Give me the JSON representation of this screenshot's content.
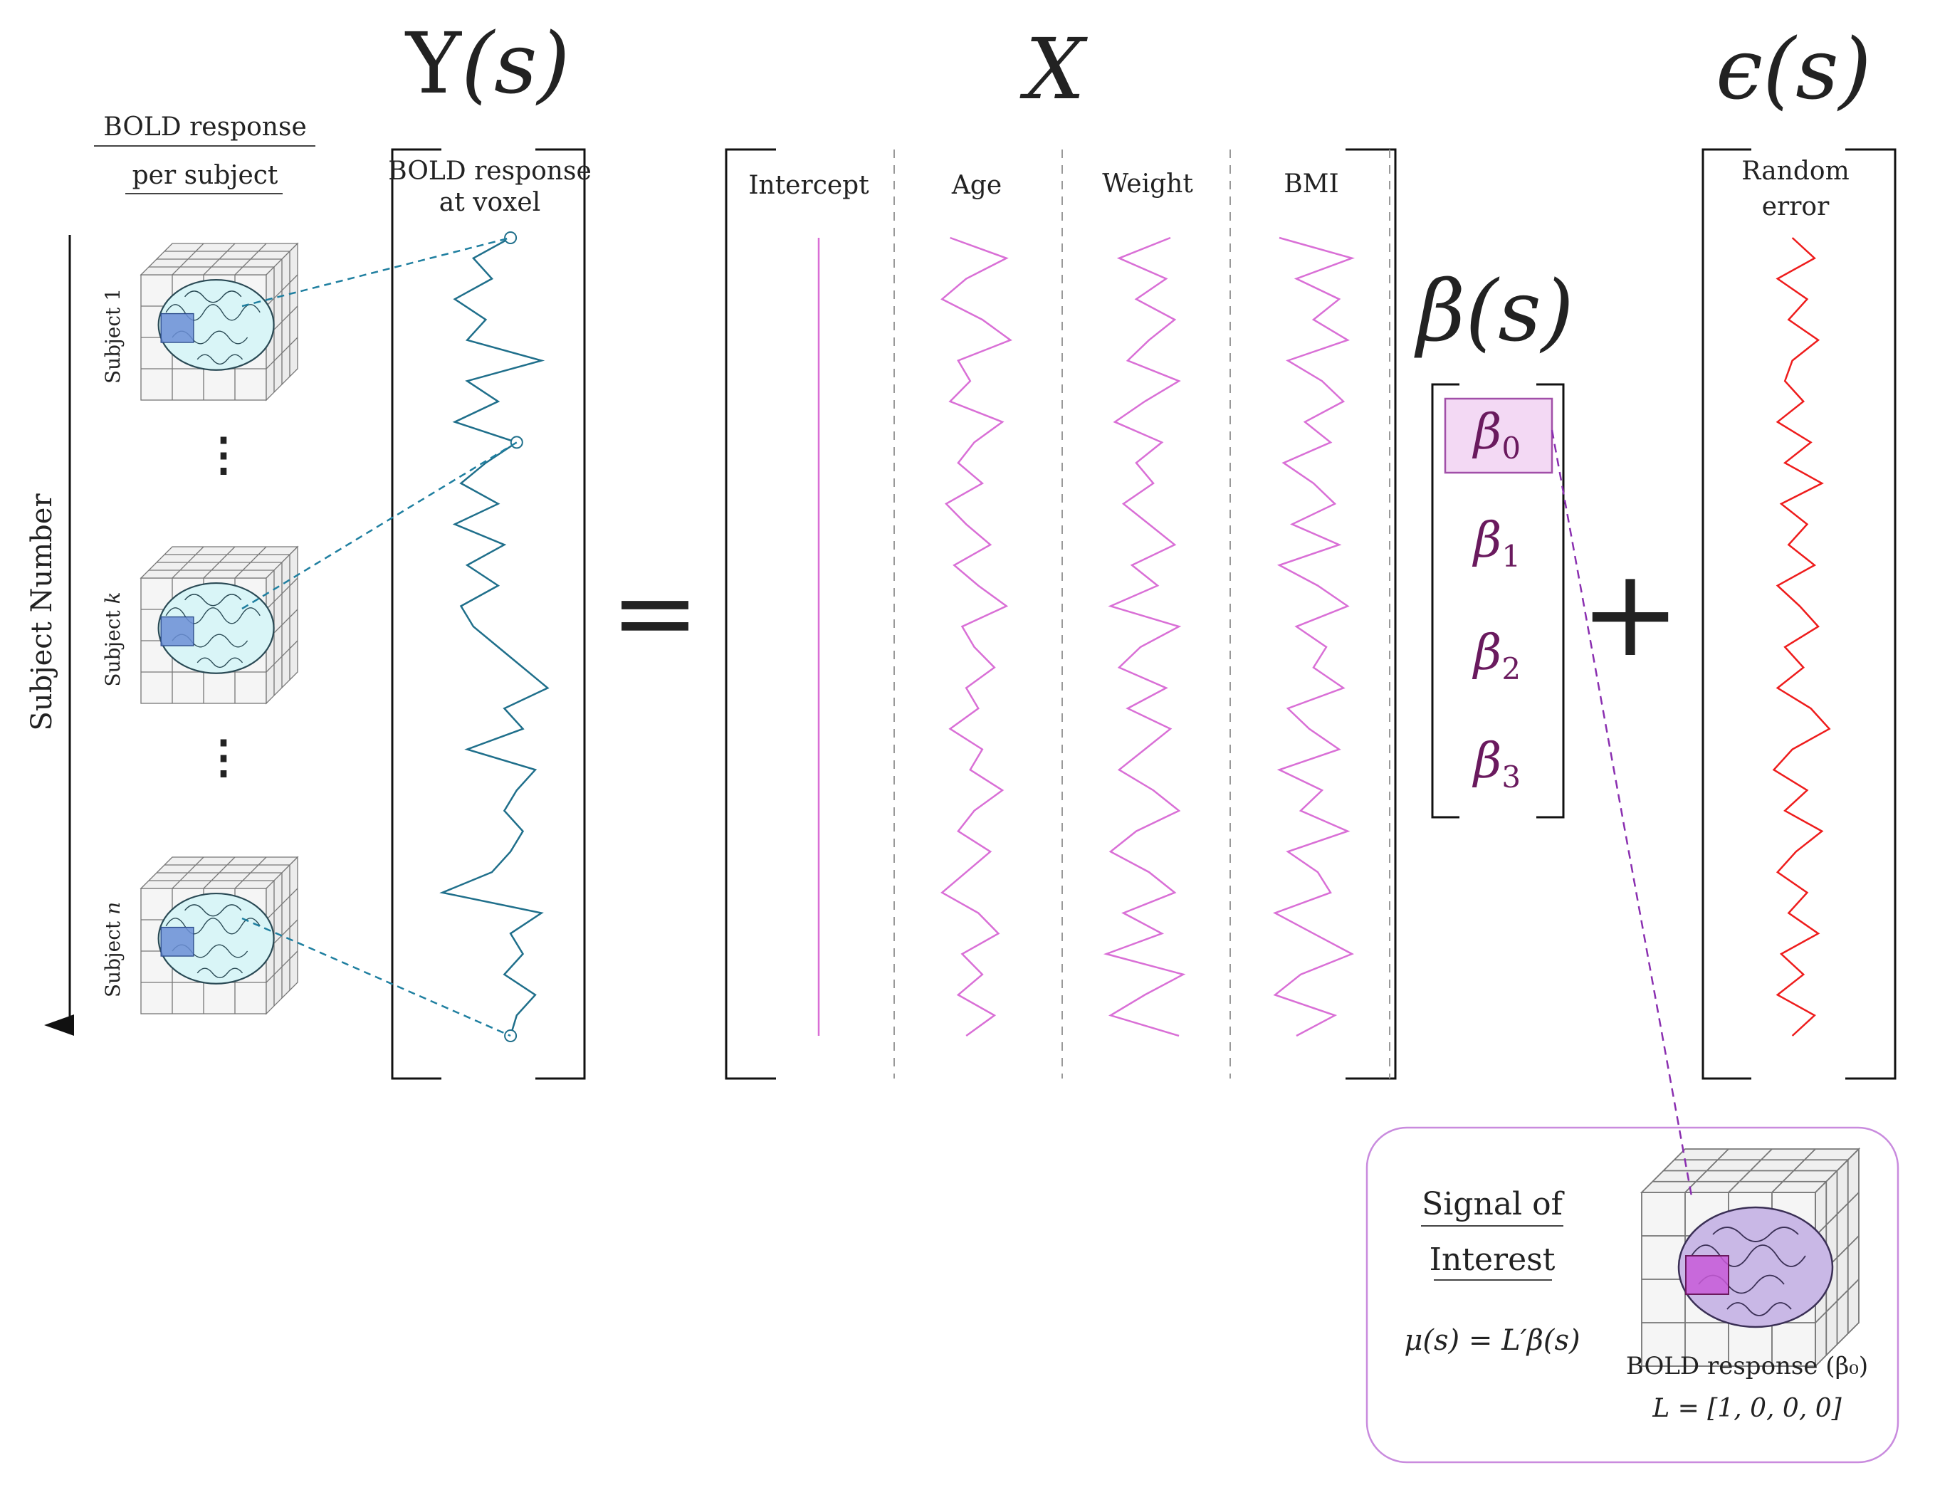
{
  "header": {
    "y_label": "Y",
    "y_arg": "(s)",
    "x_label": "X",
    "eps_label": "ϵ(s)",
    "beta_label": "β(s)"
  },
  "left_panel": {
    "title_line1": "BOLD response",
    "title_line2": "per subject",
    "axis_label": "Subject Number",
    "subjects": [
      {
        "label": "Subject 1",
        "plain": "Subject ",
        "var": "1"
      },
      {
        "label": "Subject k",
        "plain": "Subject ",
        "var": "k"
      },
      {
        "label": "Subject n",
        "plain": "Subject ",
        "var": "n"
      }
    ],
    "ellipsis": "⋮"
  },
  "y_matrix": {
    "header_line1": "BOLD response",
    "header_line2": "at voxel"
  },
  "operators": {
    "equals": "=",
    "plus": "+"
  },
  "x_matrix": {
    "columns": [
      "Intercept",
      "Age",
      "Weight",
      "BMI"
    ]
  },
  "beta_vector": {
    "symbol": "β",
    "items": [
      {
        "sub": "0"
      },
      {
        "sub": "1"
      },
      {
        "sub": "2"
      },
      {
        "sub": "3"
      }
    ]
  },
  "error_matrix": {
    "header_line1": "Random",
    "header_line2": "error"
  },
  "signal_box": {
    "title_line1": "Signal of",
    "title_line2": "Interest",
    "equation": "μ(s) = L′β(s)",
    "caption": "BOLD response (β₀)",
    "l_vector": "L = [1, 0, 0, 0]"
  },
  "colors": {
    "bold_signal": "#1f6f8b",
    "covariate": "#d96fd6",
    "error": "#ee1c1c",
    "beta": "#6a1a5e",
    "brain_fill": "#d9f5f7",
    "brain_highlight": "#6b8ed6",
    "signal_brain": "#c9b8e6",
    "signal_highlight": "#c85bd8",
    "signal_box_border": "#c98bde"
  },
  "chart_data": {
    "type": "line",
    "series": [
      {
        "name": "Intercept",
        "values": [
          1,
          1,
          1,
          1,
          1,
          1,
          1,
          1,
          1,
          1,
          1,
          1,
          1,
          1,
          1,
          1,
          1,
          1,
          1,
          1,
          1,
          1,
          1,
          1,
          1,
          1,
          1,
          1,
          1,
          1,
          1,
          1,
          1,
          1,
          1,
          1,
          1,
          1,
          1,
          1
        ]
      },
      {
        "name": "Age",
        "values": [
          0.2,
          0.9,
          0.4,
          0.1,
          0.6,
          0.95,
          0.3,
          0.45,
          0.2,
          0.85,
          0.5,
          0.3,
          0.6,
          0.15,
          0.4,
          0.7,
          0.25,
          0.55,
          0.9,
          0.35,
          0.5,
          0.75,
          0.4,
          0.55,
          0.2,
          0.6,
          0.45,
          0.85,
          0.5,
          0.3,
          0.7,
          0.4,
          0.1,
          0.55,
          0.8,
          0.35,
          0.6,
          0.3,
          0.75,
          0.4
        ]
      },
      {
        "name": "Weight",
        "values": [
          0.8,
          0.2,
          0.75,
          0.4,
          0.85,
          0.55,
          0.3,
          0.9,
          0.5,
          0.15,
          0.7,
          0.4,
          0.6,
          0.25,
          0.55,
          0.85,
          0.35,
          0.65,
          0.1,
          0.9,
          0.45,
          0.2,
          0.75,
          0.3,
          0.8,
          0.5,
          0.2,
          0.6,
          0.9,
          0.4,
          0.1,
          0.55,
          0.85,
          0.25,
          0.7,
          0.05,
          0.95,
          0.5,
          0.1,
          0.9
        ]
      },
      {
        "name": "BMI",
        "values": [
          0.1,
          0.95,
          0.3,
          0.8,
          0.5,
          0.9,
          0.2,
          0.6,
          0.85,
          0.4,
          0.7,
          0.15,
          0.5,
          0.75,
          0.25,
          0.8,
          0.1,
          0.55,
          0.9,
          0.3,
          0.65,
          0.5,
          0.85,
          0.2,
          0.45,
          0.8,
          0.1,
          0.6,
          0.35,
          0.9,
          0.2,
          0.55,
          0.7,
          0.05,
          0.5,
          0.95,
          0.35,
          0.05,
          0.75,
          0.3
        ]
      },
      {
        "name": "Random error",
        "values": [
          0.4,
          0.7,
          0.2,
          0.6,
          0.35,
          0.75,
          0.4,
          0.3,
          0.55,
          0.2,
          0.65,
          0.3,
          0.8,
          0.25,
          0.6,
          0.35,
          0.7,
          0.2,
          0.5,
          0.75,
          0.3,
          0.55,
          0.2,
          0.65,
          0.9,
          0.4,
          0.15,
          0.6,
          0.3,
          0.8,
          0.45,
          0.2,
          0.6,
          0.35,
          0.75,
          0.25,
          0.55,
          0.2,
          0.7,
          0.4
        ]
      },
      {
        "name": "BOLD response",
        "values": [
          0.65,
          0.35,
          0.5,
          0.2,
          0.45,
          0.3,
          0.9,
          0.3,
          0.55,
          0.2,
          0.7,
          0.45,
          0.25,
          0.55,
          0.2,
          0.6,
          0.3,
          0.55,
          0.25,
          0.35,
          0.55,
          0.75,
          0.95,
          0.6,
          0.75,
          0.3,
          0.85,
          0.7,
          0.6,
          0.75,
          0.65,
          0.5,
          0.1,
          0.9,
          0.65,
          0.75,
          0.6,
          0.85,
          0.7,
          0.65
        ]
      }
    ]
  }
}
